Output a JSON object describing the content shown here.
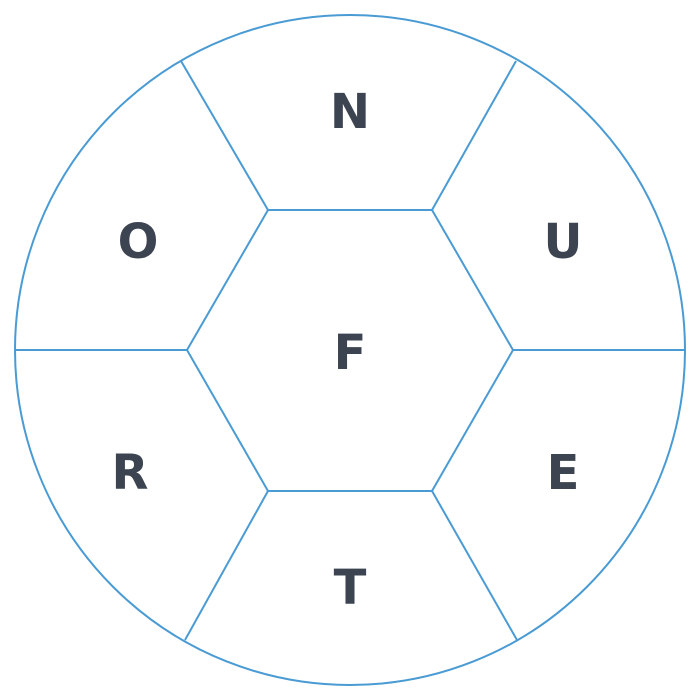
{
  "puzzle": {
    "center_letter": "F",
    "outer_letters": {
      "top": "N",
      "upper_right": "U",
      "lower_right": "E",
      "bottom": "T",
      "lower_left": "R",
      "upper_left": "O"
    }
  },
  "colors": {
    "line": "#4a9bd4",
    "letter": "#3b4450",
    "background": "#ffffff"
  }
}
